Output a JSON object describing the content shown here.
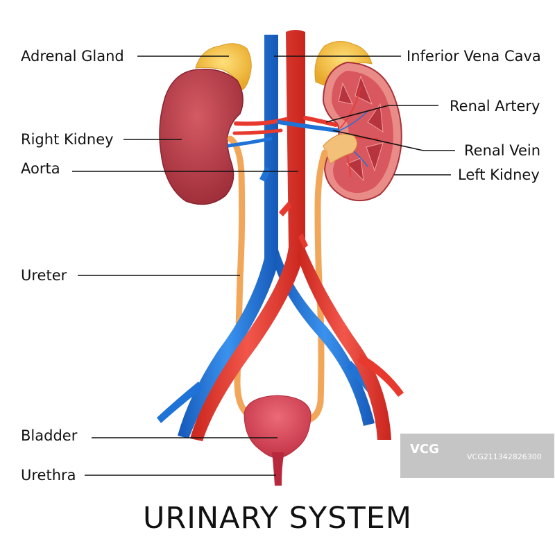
{
  "title": "URINARY SYSTEM",
  "labels": {
    "adrenal_gland": "Adrenal Gland",
    "right_kidney": "Right Kidney",
    "aorta": "Aorta",
    "ureter": "Ureter",
    "bladder": "Bladder",
    "urethra": "Urethra",
    "inferior_vena_cava": "Inferior Vena Cava",
    "renal_artery": "Renal Artery",
    "renal_vein": "Renal Vein",
    "left_kidney": "Left Kidney"
  },
  "watermark": {
    "logo": "VCG",
    "id": "VCG211342826300"
  },
  "colors": {
    "artery": "#e8392f",
    "vein": "#1f73d6",
    "kidney": "#b83a45",
    "adrenal": "#f5c13c",
    "ureter": "#f2a65a",
    "bladder": "#d94b5c",
    "leader_line": "#111111"
  }
}
